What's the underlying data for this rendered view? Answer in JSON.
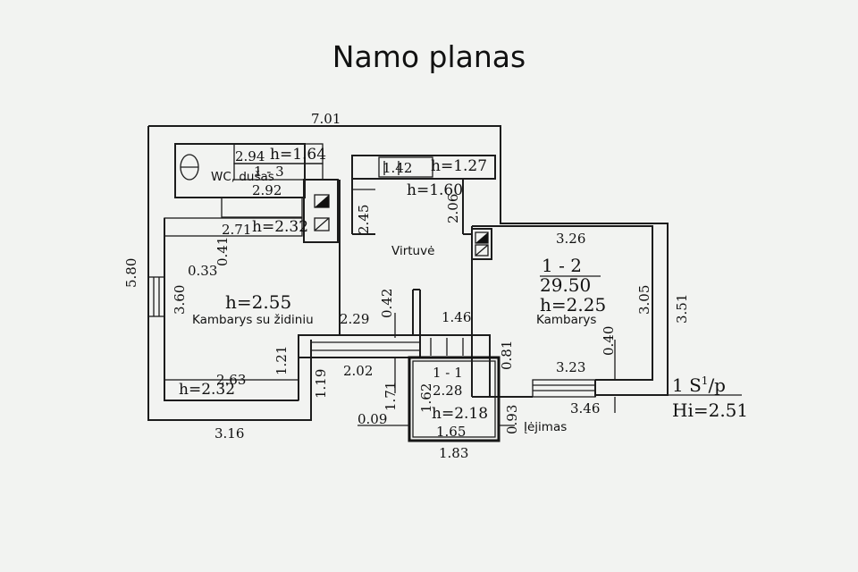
{
  "title": "Namo planas",
  "rooms": {
    "wc": "WC, dušas",
    "kitchen": "Virtuvė",
    "fireplace_room": "Kambarys su židiniu",
    "room": "Kambarys",
    "entrance": "Įėjimas"
  },
  "dims": {
    "top_total": "7.01",
    "wc_w": "2.94",
    "wc_h": "h=1.64",
    "wc_id": "1 - 3",
    "wc_w2": "2.92",
    "kit_a": "1.42",
    "kit_h1": "h=1.27",
    "kit_h2": "h=1.60",
    "kit_245": "2.45",
    "kit_206": "2.06",
    "left_top_w": "2.71",
    "left_top_h": "h=2.32",
    "left_041": "0.41",
    "left_033": "0.33",
    "left_580": "5.80",
    "left_360": "3.60",
    "left_h": "h=2.55",
    "hall_229": "2.29",
    "hall_042": "0.42",
    "left_121": "1.21",
    "left_263": "2.63",
    "left_bot_h": "h=2.32",
    "bottom_316": "3.16",
    "hall_119": "1.19",
    "hall_202": "2.02",
    "hall_171": "1.71",
    "ent_162": "1.62",
    "ent_id": "1 - 1",
    "ent_area": "2.28",
    "ent_h": "h=2.18",
    "ent_009": "0.09",
    "ent_165": "1.65",
    "ent_093": "0.93",
    "ent_183": "1.83",
    "room_146": "1.46",
    "room_081": "0.81",
    "room_326": "3.26",
    "room_id": "1 - 2",
    "room_area": "29.50",
    "room_h": "h=2.25",
    "room_305": "3.05",
    "room_351": "3.51",
    "room_040": "0.40",
    "room_323": "3.23",
    "room_346": "3.46"
  },
  "legend": {
    "line1": "1 S",
    "sup": "1",
    "line1b": "/p",
    "line2": "Hi=2.51"
  }
}
